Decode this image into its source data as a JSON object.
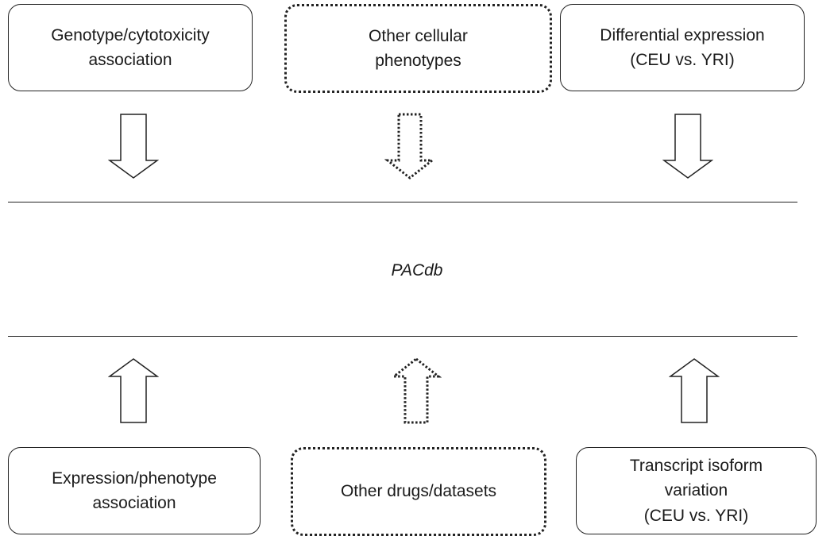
{
  "top_boxes": [
    {
      "label": "Genotype/cytotoxicity\nassociation",
      "style": "solid"
    },
    {
      "label": "Other cellular\nphenotypes",
      "style": "dotted"
    },
    {
      "label": "Differential expression\n(CEU vs. YRI)",
      "style": "solid"
    }
  ],
  "center": {
    "label": "PACdb"
  },
  "bottom_boxes": [
    {
      "label": "Expression/phenotype\nassociation",
      "style": "solid"
    },
    {
      "label": "Other drugs/datasets",
      "style": "dotted"
    },
    {
      "label": "Transcript isoform\nvariation\n(CEU vs. YRI)",
      "style": "solid"
    }
  ]
}
